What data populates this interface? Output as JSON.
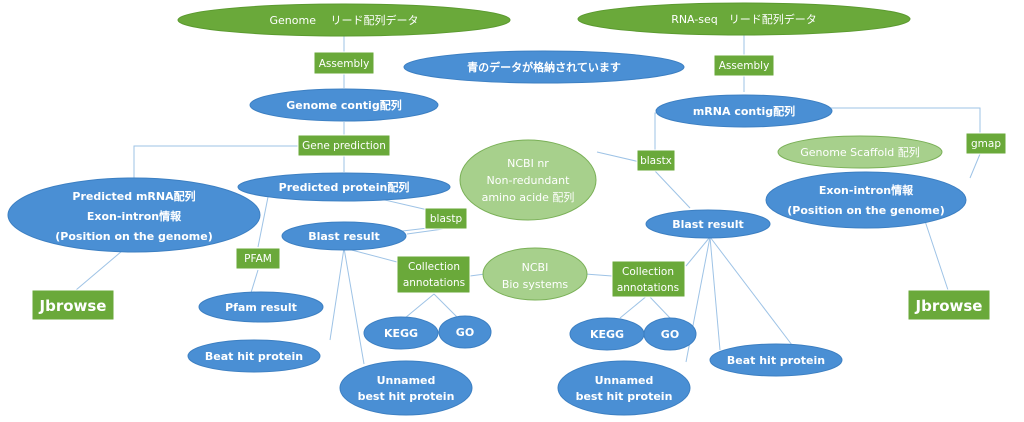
{
  "nodes": {
    "genome_reads": {
      "label": "Genome　 リード配列データ"
    },
    "rnaseq_reads": {
      "label": "RNA-seq　リード配列データ"
    },
    "assembly_left": {
      "label": "Assembly"
    },
    "assembly_right": {
      "label": "Assembly"
    },
    "blue_note": {
      "label": "青のデータが格納されています"
    },
    "genome_contig": {
      "label": "Genome contig配列"
    },
    "mrna_contig": {
      "label": "mRNA contig配列"
    },
    "gene_prediction": {
      "label": "Gene prediction"
    },
    "predicted_mrna": {
      "lines": [
        "Predicted mRNA配列",
        "Exon-intron情報",
        "(Position on the genome)"
      ]
    },
    "predicted_protein": {
      "label": "Predicted protein配列"
    },
    "ncbi_nr": {
      "lines": [
        "NCBI nr",
        "Non-redundant",
        "amino acide 配列"
      ]
    },
    "blastx": {
      "label": "blastx"
    },
    "genome_scaffold": {
      "label": "Genome Scaffold 配列"
    },
    "gmap": {
      "label": "gmap"
    },
    "exon_intron_right": {
      "lines": [
        "Exon-intron情報",
        "(Position on the genome)"
      ]
    },
    "blastp": {
      "label": "blastp"
    },
    "blast_result_left": {
      "label": "Blast result"
    },
    "blast_result_right": {
      "label": "Blast result"
    },
    "pfam": {
      "label": "PFAM"
    },
    "collection_left": {
      "lines": [
        "Collection",
        "annotations"
      ]
    },
    "collection_right": {
      "lines": [
        "Collection",
        "annotations"
      ]
    },
    "ncbi_bio": {
      "lines": [
        "NCBI",
        "Bio systems"
      ]
    },
    "jbrowse_left": {
      "label": "Jbrowse"
    },
    "jbrowse_right": {
      "label": "Jbrowse"
    },
    "pfam_result": {
      "label": "Pfam result"
    },
    "kegg_left": {
      "label": "KEGG"
    },
    "go_left": {
      "label": "GO"
    },
    "kegg_right": {
      "label": "KEGG"
    },
    "go_right": {
      "label": "GO"
    },
    "beat_hit_left": {
      "label": "Beat hit protein"
    },
    "beat_hit_right": {
      "label": "Beat hit protein"
    },
    "unnamed_left": {
      "lines": [
        "Unnamed",
        "best hit protein"
      ]
    },
    "unnamed_right": {
      "lines": [
        "Unnamed",
        "best hit protein"
      ]
    }
  },
  "colors": {
    "green": "#6aa93a",
    "blue": "#4a8fd4",
    "light_green": "#a7d08c",
    "edge": "#9ec3e6"
  }
}
